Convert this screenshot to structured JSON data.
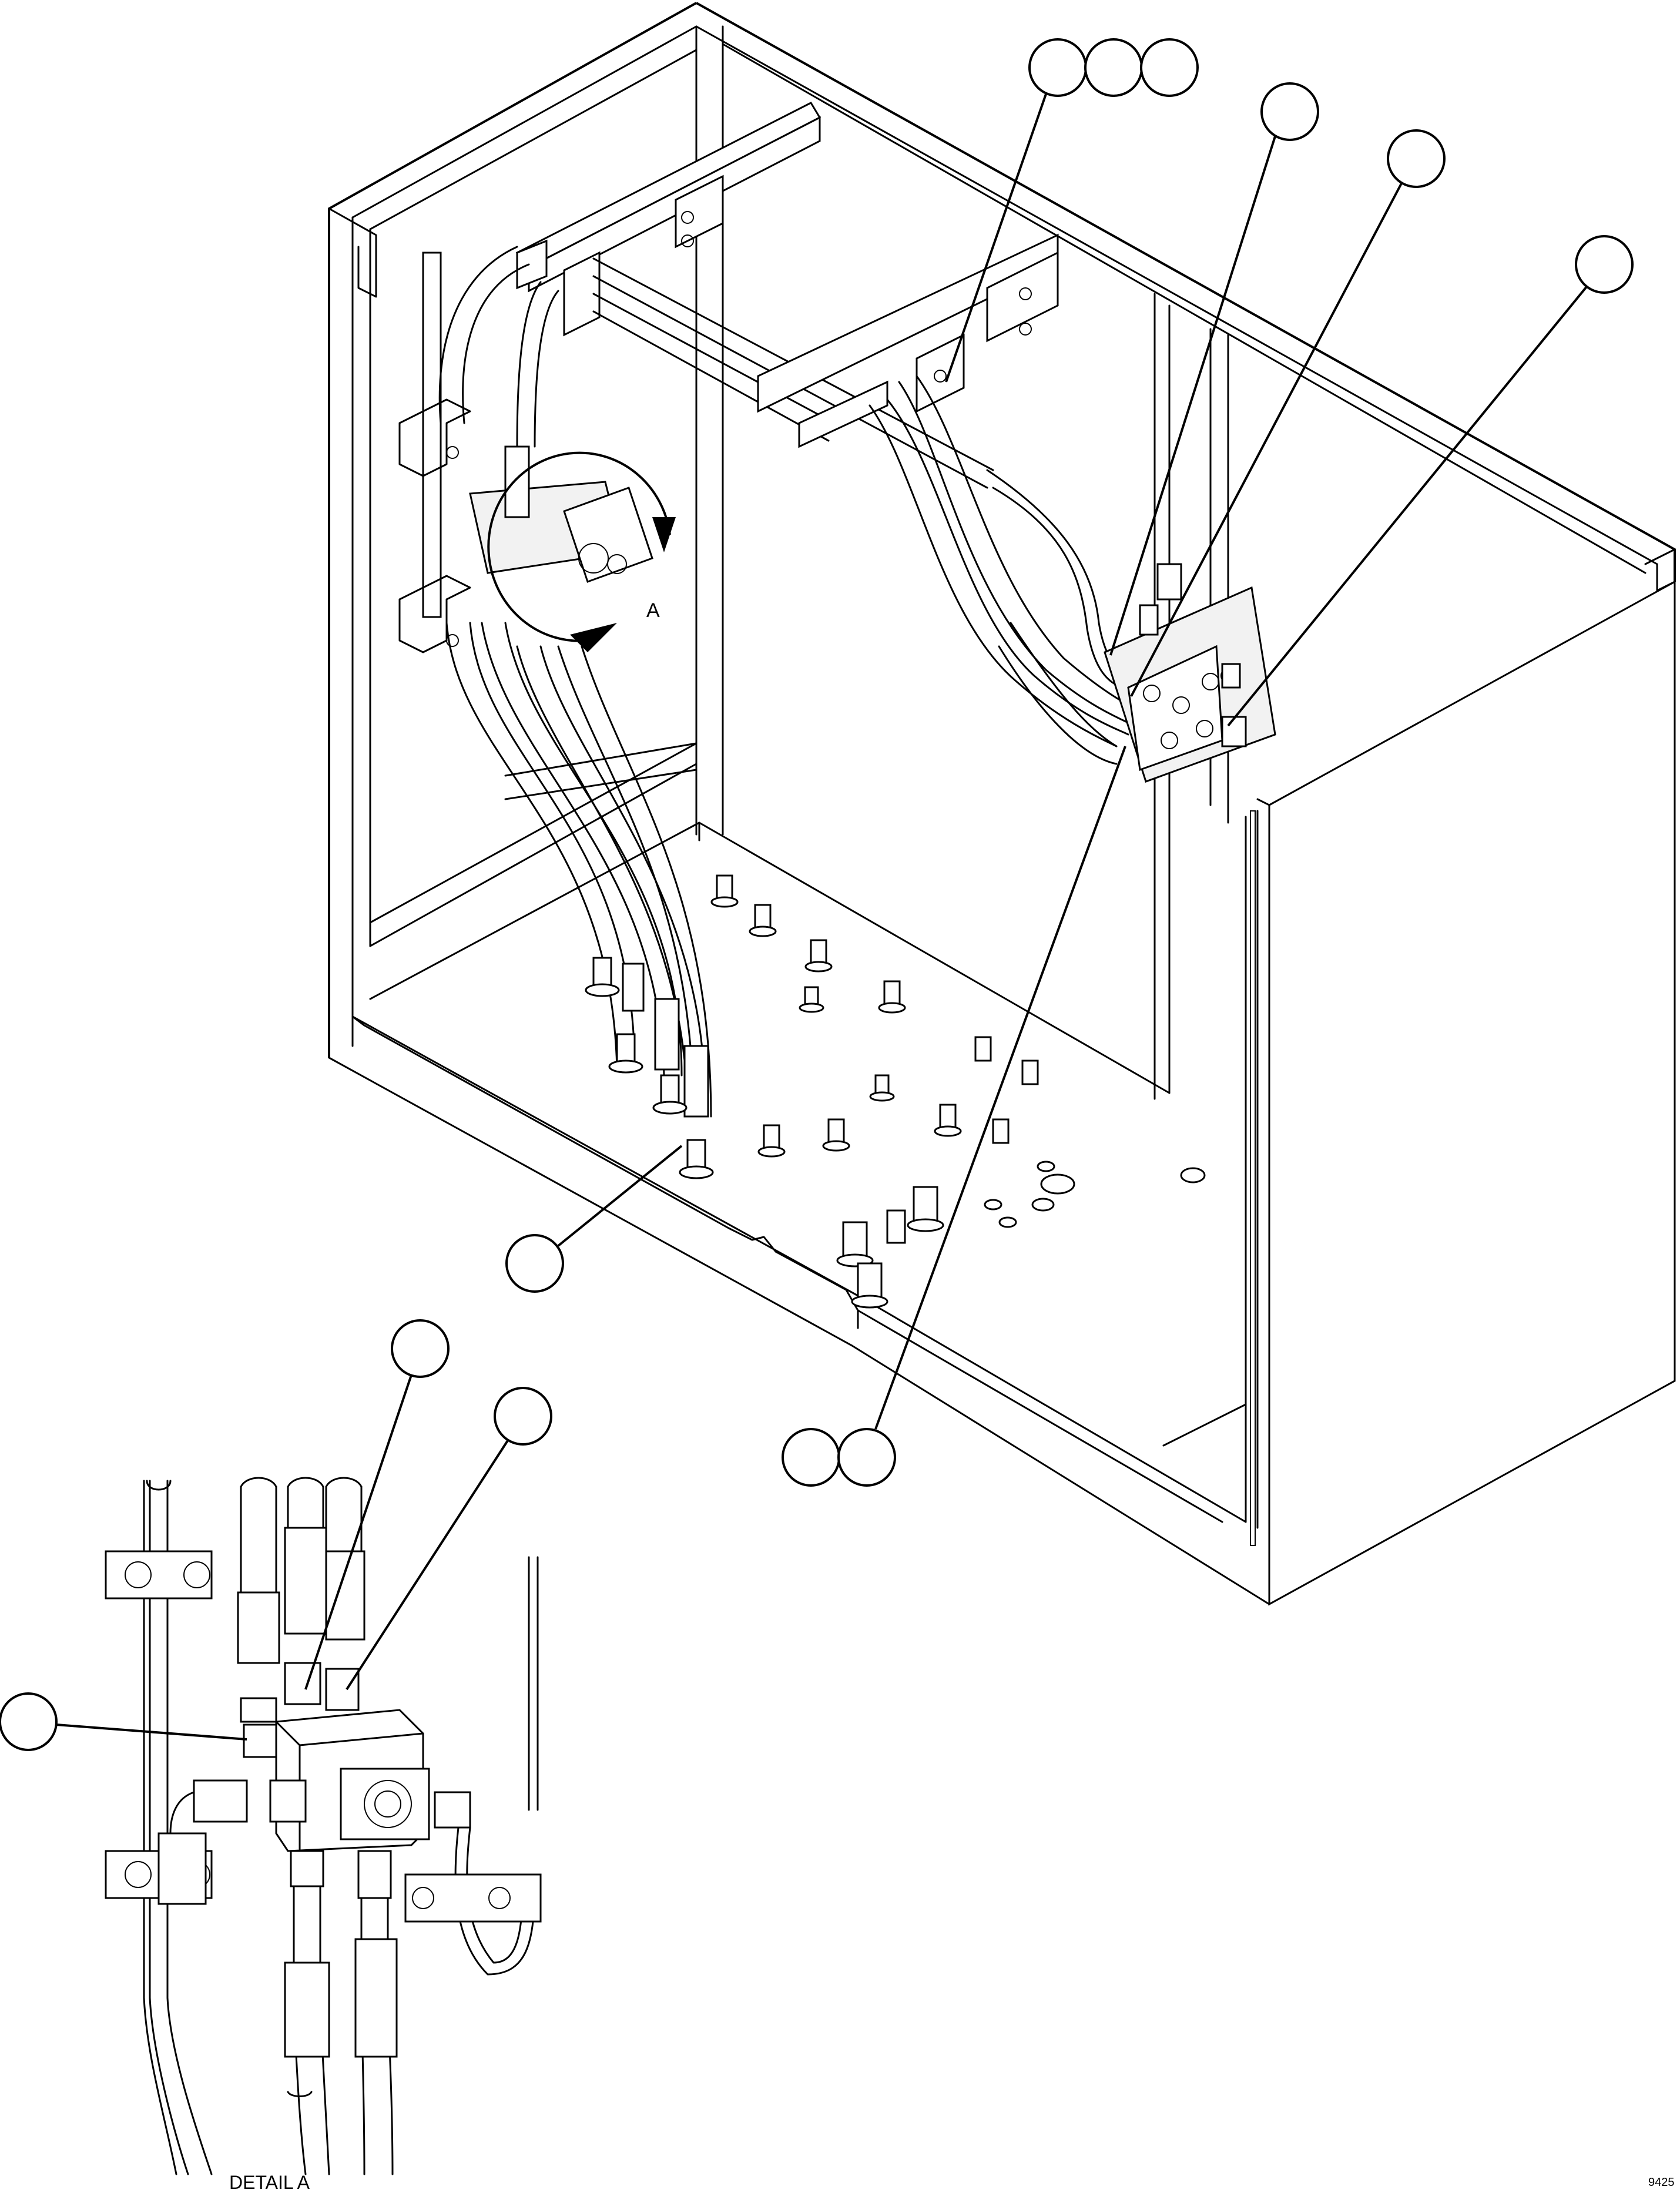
{
  "labels": {
    "view_marker": "A",
    "detail_caption": "DETAIL A",
    "drawing_number": "9425"
  }
}
